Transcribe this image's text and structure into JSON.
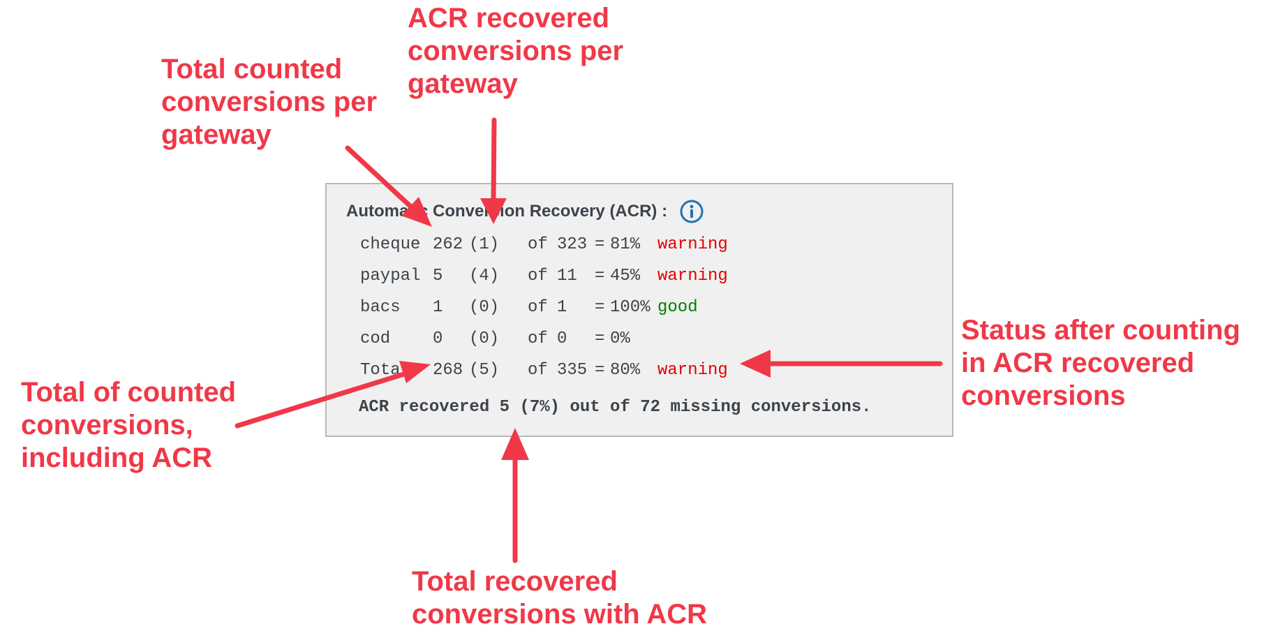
{
  "panel": {
    "title": "Automatic Conversion Recovery (ACR) :",
    "info_icon": "info-icon",
    "rows": [
      {
        "gateway": "cheque",
        "counted": "262",
        "recovered": "(1)",
        "of": "of",
        "total": "323",
        "eq": "=",
        "pct": "81%",
        "status": "warning"
      },
      {
        "gateway": "paypal",
        "counted": "5",
        "recovered": "(4)",
        "of": "of",
        "total": "11",
        "eq": "=",
        "pct": "45%",
        "status": "warning"
      },
      {
        "gateway": "bacs",
        "counted": "1",
        "recovered": "(0)",
        "of": "of",
        "total": "1",
        "eq": "=",
        "pct": "100%",
        "status": "good"
      },
      {
        "gateway": "cod",
        "counted": "0",
        "recovered": "(0)",
        "of": "of",
        "total": "0",
        "eq": "=",
        "pct": "0%",
        "status": ""
      },
      {
        "gateway": "Total",
        "counted": "268",
        "recovered": "(5)",
        "of": "of",
        "total": "335",
        "eq": "=",
        "pct": "80%",
        "status": "warning"
      }
    ],
    "summary": "ACR recovered 5 (7%) out of 72 missing conversions."
  },
  "annotations": {
    "total_counted_per_gateway": [
      "Total counted",
      "conversions per",
      "gateway"
    ],
    "acr_recovered_per_gateway": [
      "ACR recovered",
      "conversions per",
      "gateway"
    ],
    "status_after_counting": [
      "Status after counting",
      "in ACR recovered",
      "conversions"
    ],
    "total_of_counted": [
      "Total of counted",
      "conversions,",
      "including ACR"
    ],
    "total_recovered": [
      "Total recovered",
      "conversions with ACR"
    ]
  },
  "colors": {
    "annotation": "#f03848",
    "warning": "#e00000",
    "good": "#008000",
    "info_icon": "#2271b1",
    "panel_bg": "#f0f0f0"
  }
}
